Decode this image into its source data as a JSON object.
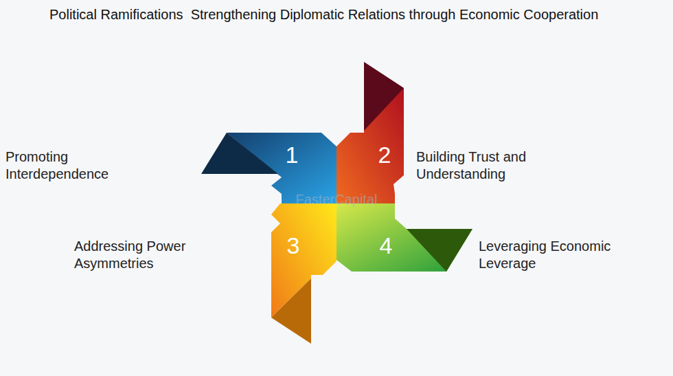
{
  "diagram": {
    "title": "Political Ramifications  Strengthening Diplomatic Relations through Economic Cooperation",
    "nodes": [
      {
        "text": [
          "1",
          "Promoting Interdependence"
        ]
      },
      {
        "text": [
          "2",
          "Building Trust and Understanding"
        ]
      },
      {
        "text": [
          "3",
          "Addressing Power Asymmetries"
        ]
      },
      {
        "text": [
          "4",
          "Leveraging Economic Leverage"
        ]
      }
    ],
    "labels": [
      "FasterCapital"
    ]
  }
}
